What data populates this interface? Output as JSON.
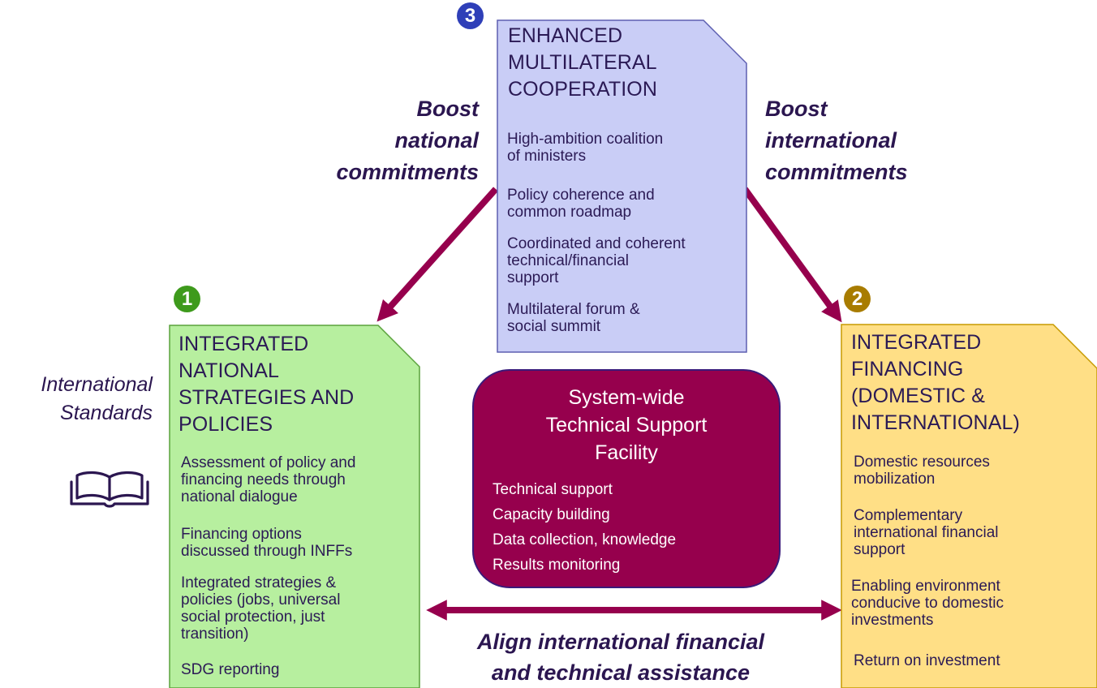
{
  "center": {
    "badge": "3",
    "title": [
      "ENHANCED",
      "MULTILATERAL",
      "COOPERATION"
    ],
    "items": [
      [
        "High-ambition coalition",
        "of ministers"
      ],
      [
        "Policy coherence and",
        "common roadmap"
      ],
      [
        "Coordinated and coherent",
        "technical/financial",
        "support"
      ],
      [
        "Multilateral forum &",
        "social summit"
      ]
    ]
  },
  "left": {
    "badge": "1",
    "title": [
      "INTEGRATED",
      "NATIONAL",
      "STRATEGIES AND",
      "POLICIES"
    ],
    "items": [
      [
        "Assessment of policy and",
        "financing needs through",
        "national dialogue"
      ],
      [
        "Financing options",
        "discussed through INFFs"
      ],
      [
        "Integrated strategies &",
        "policies (jobs, universal",
        "social protection, just",
        "transition)"
      ],
      [
        "SDG reporting"
      ]
    ]
  },
  "right": {
    "badge": "2",
    "title": [
      "INTEGRATED",
      "FINANCING",
      "(DOMESTIC &",
      "INTERNATIONAL)"
    ],
    "items": [
      [
        "Domestic resources",
        "mobilization"
      ],
      [
        "Complementary",
        "international financial",
        "support"
      ],
      [
        "Enabling environment",
        "conducive to domestic",
        "investments"
      ],
      [
        "Return on investment"
      ]
    ]
  },
  "facility": {
    "title": [
      "System-wide",
      "Technical Support",
      "Facility"
    ],
    "items": [
      "Technical support",
      "Capacity building",
      "Data collection, knowledge",
      "Results monitoring"
    ]
  },
  "labels": {
    "boost_national": [
      "Boost",
      "national",
      "commitments"
    ],
    "boost_international": [
      "Boost",
      "international",
      "commitments"
    ],
    "international_standards": [
      "International",
      "Standards"
    ],
    "align": [
      "Align international financial",
      "and technical assistance"
    ]
  },
  "colors": {
    "center_fill": "#c9cdf6",
    "left_fill": "#b7ef9f",
    "right_fill": "#ffdf86",
    "facility_fill": "#96004d",
    "arrow": "#96004d",
    "badge_1": "#3e9a1c",
    "badge_2": "#a87c00",
    "badge_3": "#2f3fb8"
  },
  "icons": {
    "standards": "book-icon"
  }
}
